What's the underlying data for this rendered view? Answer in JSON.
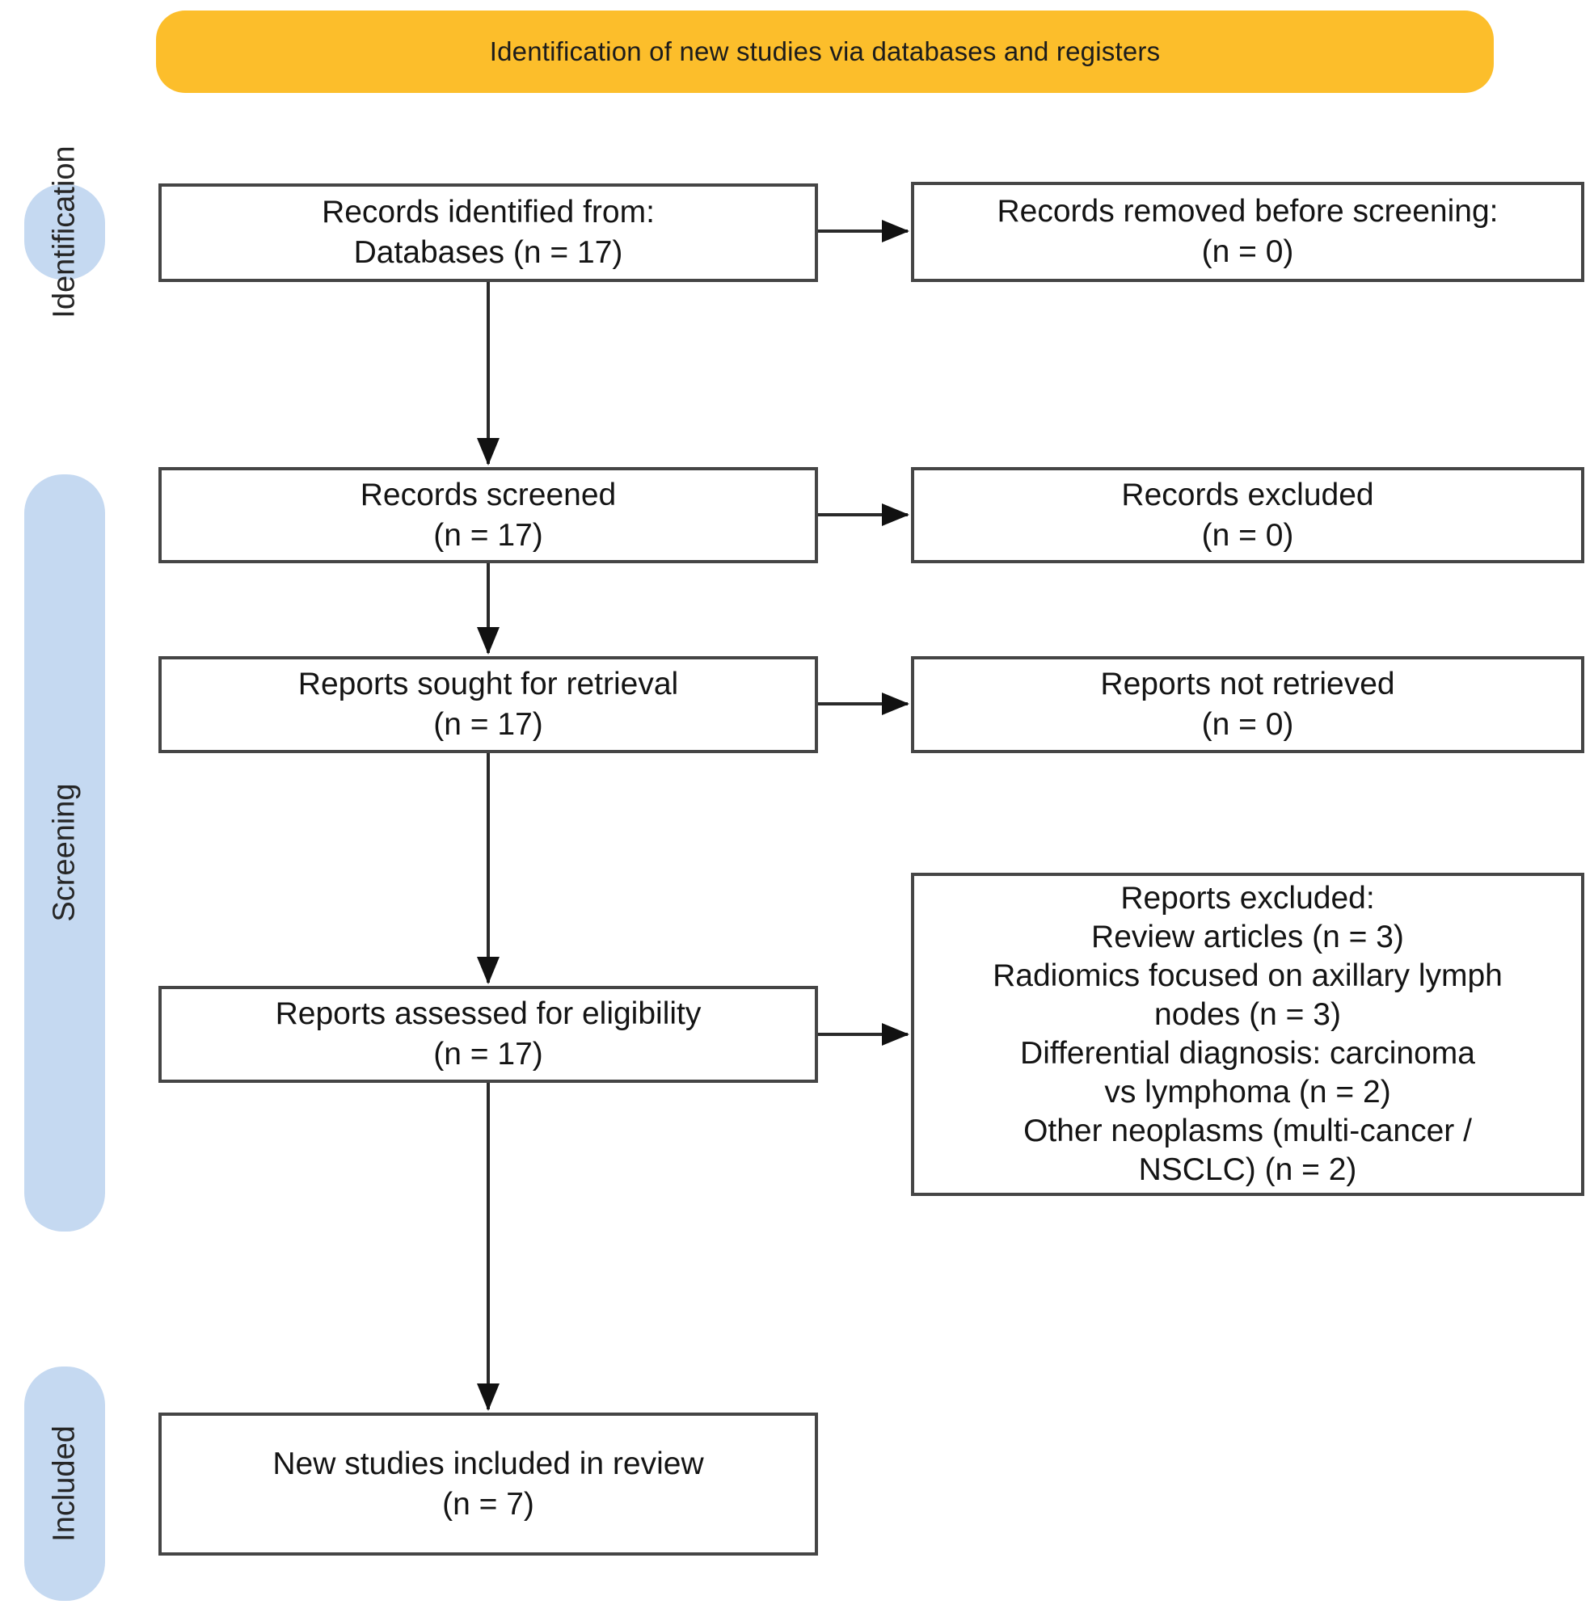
{
  "banner": {
    "title": "Identification of new studies via databases and registers"
  },
  "sidebar": {
    "identification_label": "Identification",
    "screening_label": "Screening",
    "included_label": "Included"
  },
  "boxes": {
    "records_identified": {
      "lines": [
        "Records identified from:",
        "Databases (n = 17)"
      ]
    },
    "records_removed": {
      "lines": [
        "Records removed before screening:",
        "(n = 0)"
      ]
    },
    "records_screened": {
      "lines": [
        "Records screened",
        "(n = 17)"
      ]
    },
    "records_excluded": {
      "lines": [
        "Records excluded",
        "(n = 0)"
      ]
    },
    "reports_sought": {
      "lines": [
        "Reports sought for retrieval",
        "(n = 17)"
      ]
    },
    "reports_not_retrieved": {
      "lines": [
        "Reports not retrieved",
        "(n = 0)"
      ]
    },
    "reports_assessed": {
      "lines": [
        "Reports assessed for eligibility",
        "(n = 17)"
      ]
    },
    "reports_excluded": {
      "lines": [
        "Reports excluded:",
        "Review articles (n = 3)",
        "Radiomics focused on axillary lymph",
        "nodes (n = 3)",
        "Differential diagnosis: carcinoma",
        "vs lymphoma (n = 2)",
        "Other neoplasms (multi-cancer /",
        "NSCLC) (n = 2)"
      ]
    },
    "new_studies_included": {
      "lines": [
        "New studies included in review",
        "(n = 7)"
      ]
    }
  },
  "counts": {
    "identified": 17,
    "removed_before_screening": 0,
    "screened": 17,
    "excluded_at_screening": 0,
    "sought_for_retrieval": 17,
    "not_retrieved": 0,
    "assessed_for_eligibility": 17,
    "excluded_review_articles": 3,
    "excluded_axillary_lymph_nodes": 3,
    "excluded_carcinoma_vs_lymphoma": 2,
    "excluded_other_neoplasms": 2,
    "included_in_review": 7
  },
  "colors": {
    "banner_bg": "#FCBE2B",
    "stage_pill_bg": "#C5D9F1",
    "box_border": "#454545",
    "arrow": "#1f1f1f"
  }
}
